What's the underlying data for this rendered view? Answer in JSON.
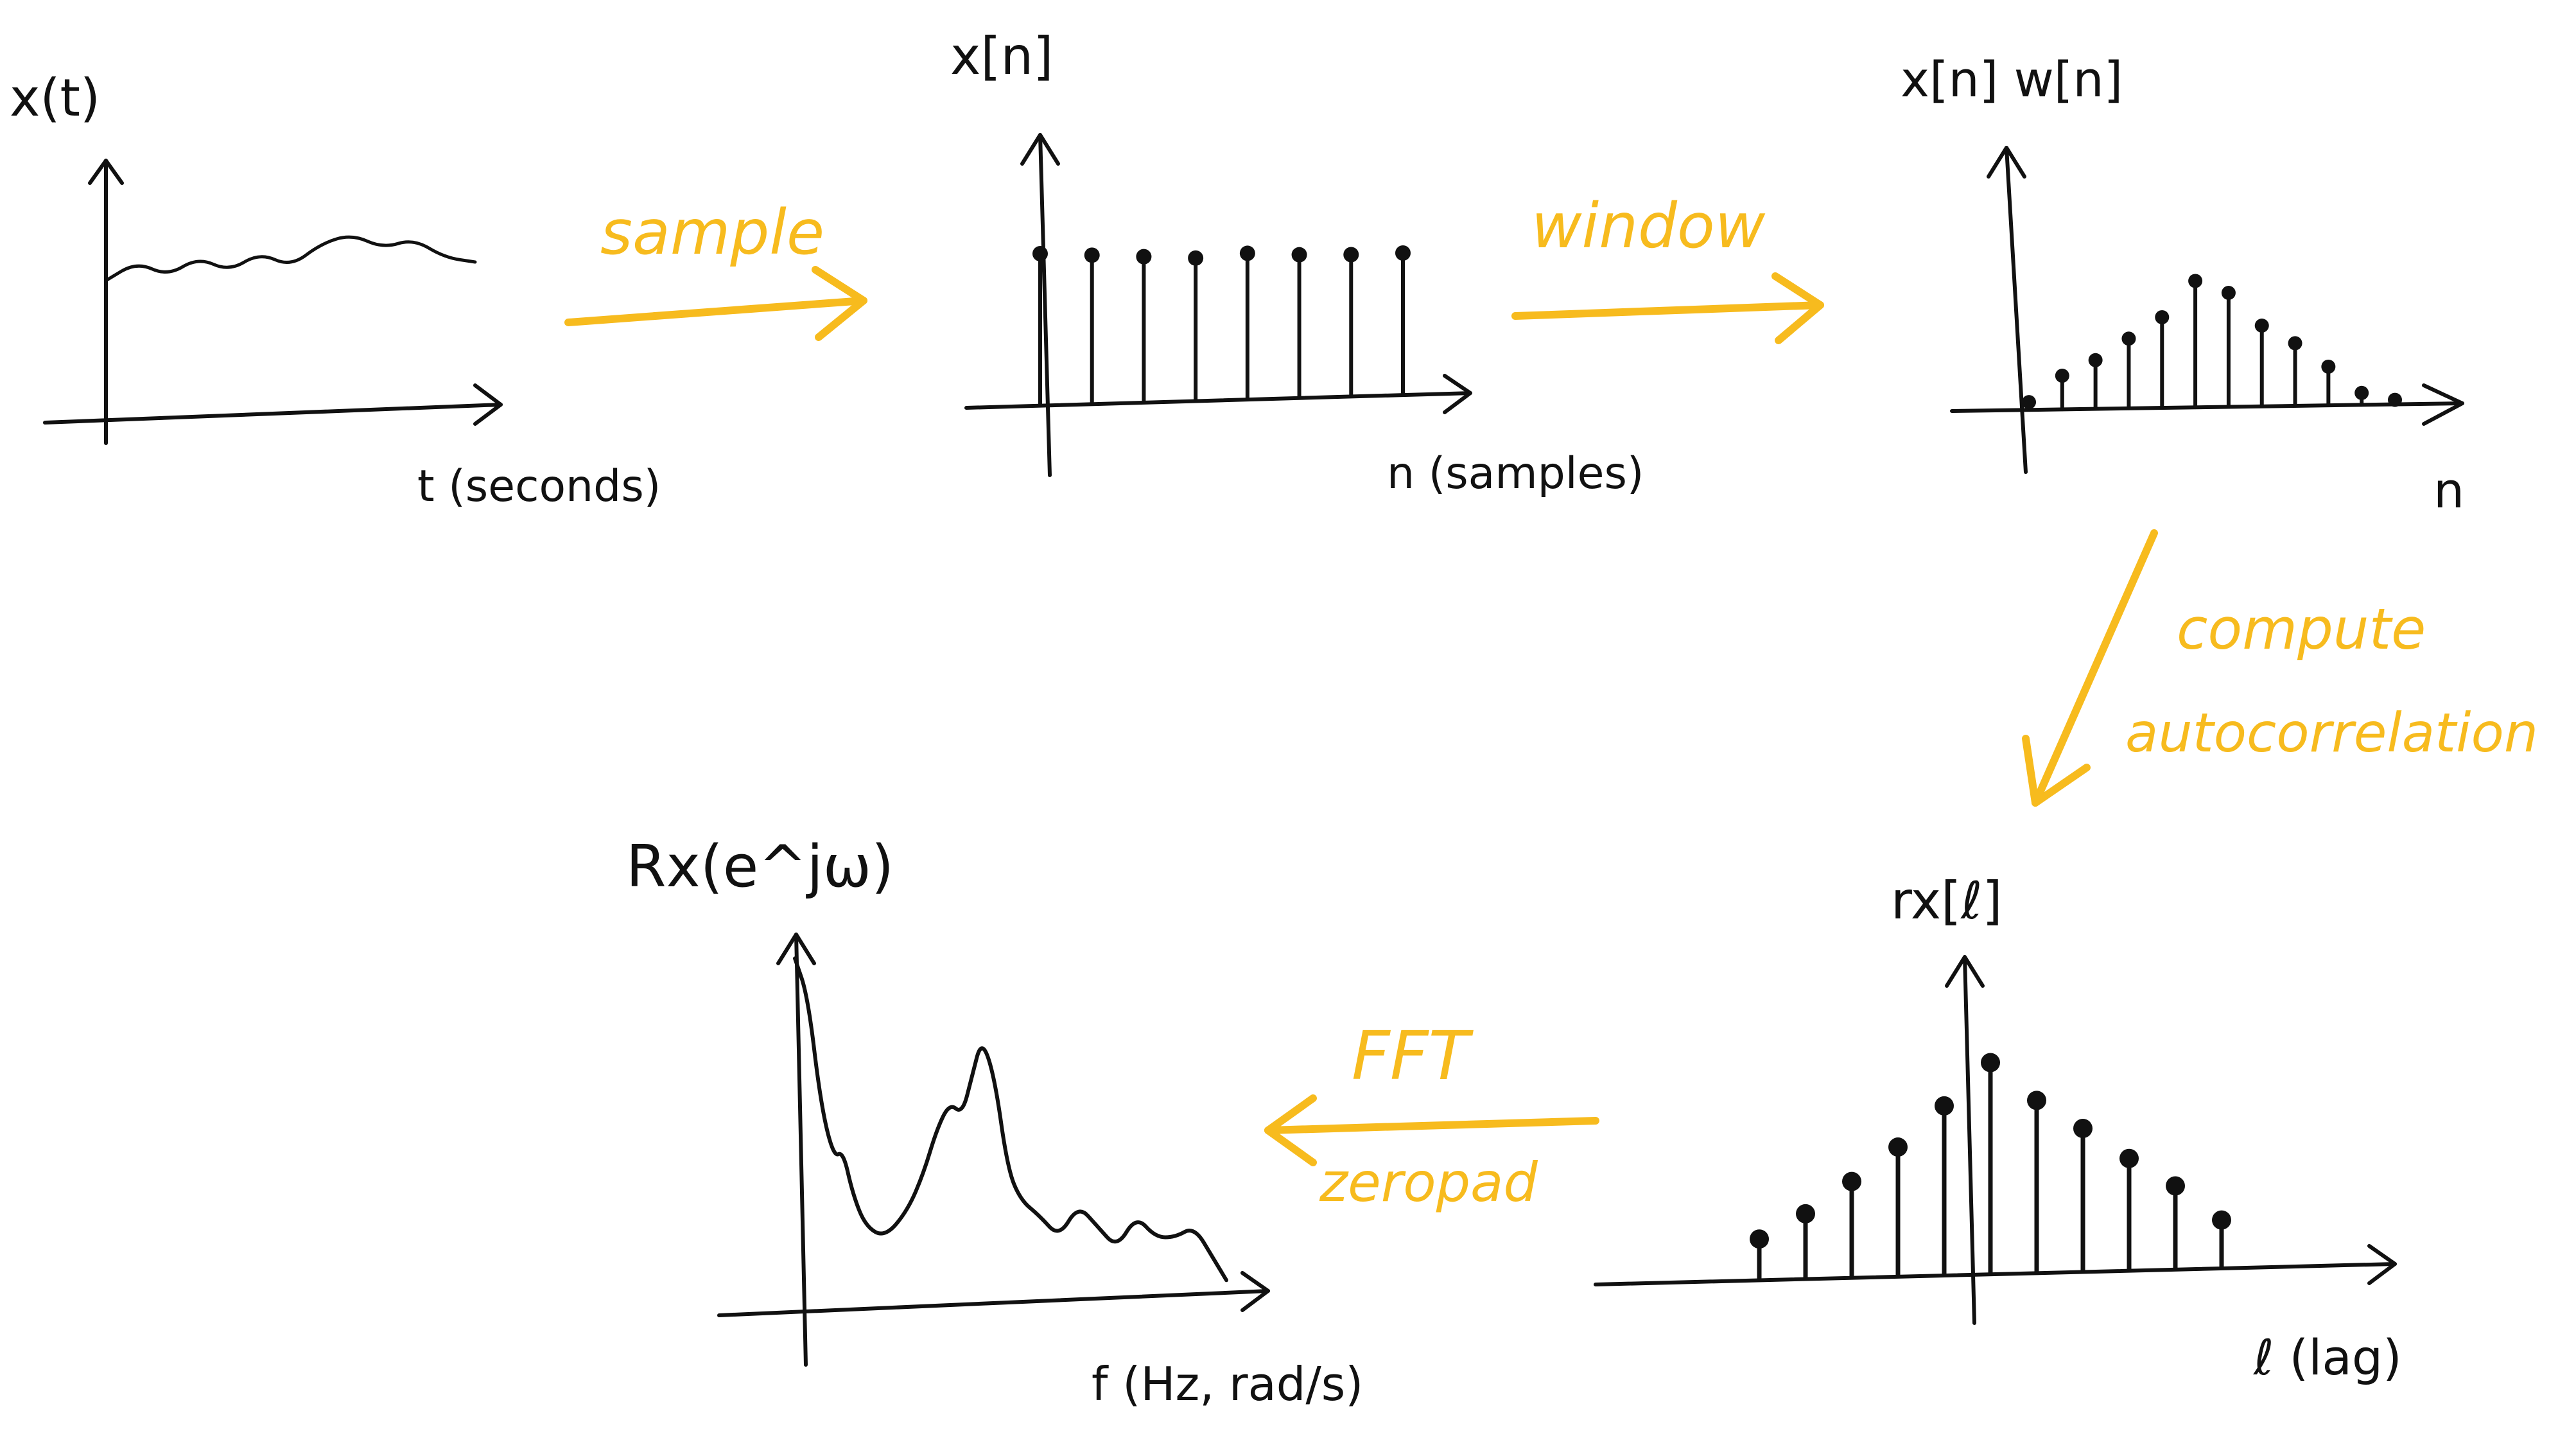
{
  "colors": {
    "ink": "#111111",
    "accent": "#f7bb1e"
  },
  "panels": {
    "continuous": {
      "ylabel": "x(t)",
      "xlabel": "t (seconds)"
    },
    "sampled": {
      "ylabel": "x[n]",
      "xlabel": "n (samples)"
    },
    "windowed": {
      "ylabel": "x[n] w[n]",
      "xlabel": "n"
    },
    "autocorr": {
      "ylabel": "rx[ℓ]",
      "xlabel": "ℓ (lag)"
    },
    "spectrum": {
      "ylabel": "Rx(e^jω)",
      "xlabel": "f (Hz, rad/s)"
    }
  },
  "steps": {
    "sample": "sample",
    "window": "window",
    "autocorr_line1": "compute",
    "autocorr_line2": "autocorrelation",
    "fft": "FFT",
    "zeropad": "zeropad"
  },
  "chart_data": [
    {
      "type": "line",
      "name": "continuous",
      "x": [
        0,
        1,
        2,
        3,
        4,
        5,
        6,
        7,
        8,
        9,
        10,
        11,
        12
      ],
      "y": [
        0.62,
        0.7,
        0.64,
        0.72,
        0.66,
        0.74,
        0.68,
        0.78,
        0.82,
        0.76,
        0.8,
        0.72,
        0.7
      ]
    },
    {
      "type": "stem",
      "name": "sampled",
      "x": [
        0,
        1,
        2,
        3,
        4,
        5,
        6,
        7
      ],
      "y": [
        0.94,
        0.93,
        0.92,
        0.91,
        0.94,
        0.93,
        0.93,
        0.94
      ]
    },
    {
      "type": "stem",
      "name": "windowed",
      "x": [
        0,
        1,
        2,
        3,
        4,
        5,
        6,
        7,
        8,
        9,
        10,
        11
      ],
      "y": [
        0.05,
        0.22,
        0.32,
        0.46,
        0.6,
        0.84,
        0.76,
        0.54,
        0.42,
        0.26,
        0.08,
        0.03
      ]
    },
    {
      "type": "stem",
      "name": "autocorr",
      "x": [
        -5,
        -4,
        -3,
        -2,
        -1,
        0,
        1,
        2,
        3,
        4,
        5
      ],
      "y": [
        0.16,
        0.26,
        0.39,
        0.53,
        0.7,
        0.88,
        0.72,
        0.6,
        0.47,
        0.35,
        0.2
      ]
    },
    {
      "type": "line",
      "name": "spectrum",
      "x": [
        0,
        4,
        8,
        12,
        15,
        18,
        22,
        28,
        35,
        40,
        44,
        48,
        52,
        55,
        58,
        62,
        66,
        70,
        76,
        82,
        88,
        94,
        100,
        106,
        112,
        118,
        124,
        130,
        134
      ],
      "y": [
        0.62,
        0.55,
        0.35,
        0.25,
        0.26,
        0.18,
        0.12,
        0.1,
        0.15,
        0.22,
        0.3,
        0.35,
        0.33,
        0.4,
        0.47,
        0.4,
        0.23,
        0.17,
        0.14,
        0.1,
        0.16,
        0.12,
        0.08,
        0.14,
        0.1,
        0.1,
        0.12,
        0.06,
        0.02
      ]
    }
  ]
}
